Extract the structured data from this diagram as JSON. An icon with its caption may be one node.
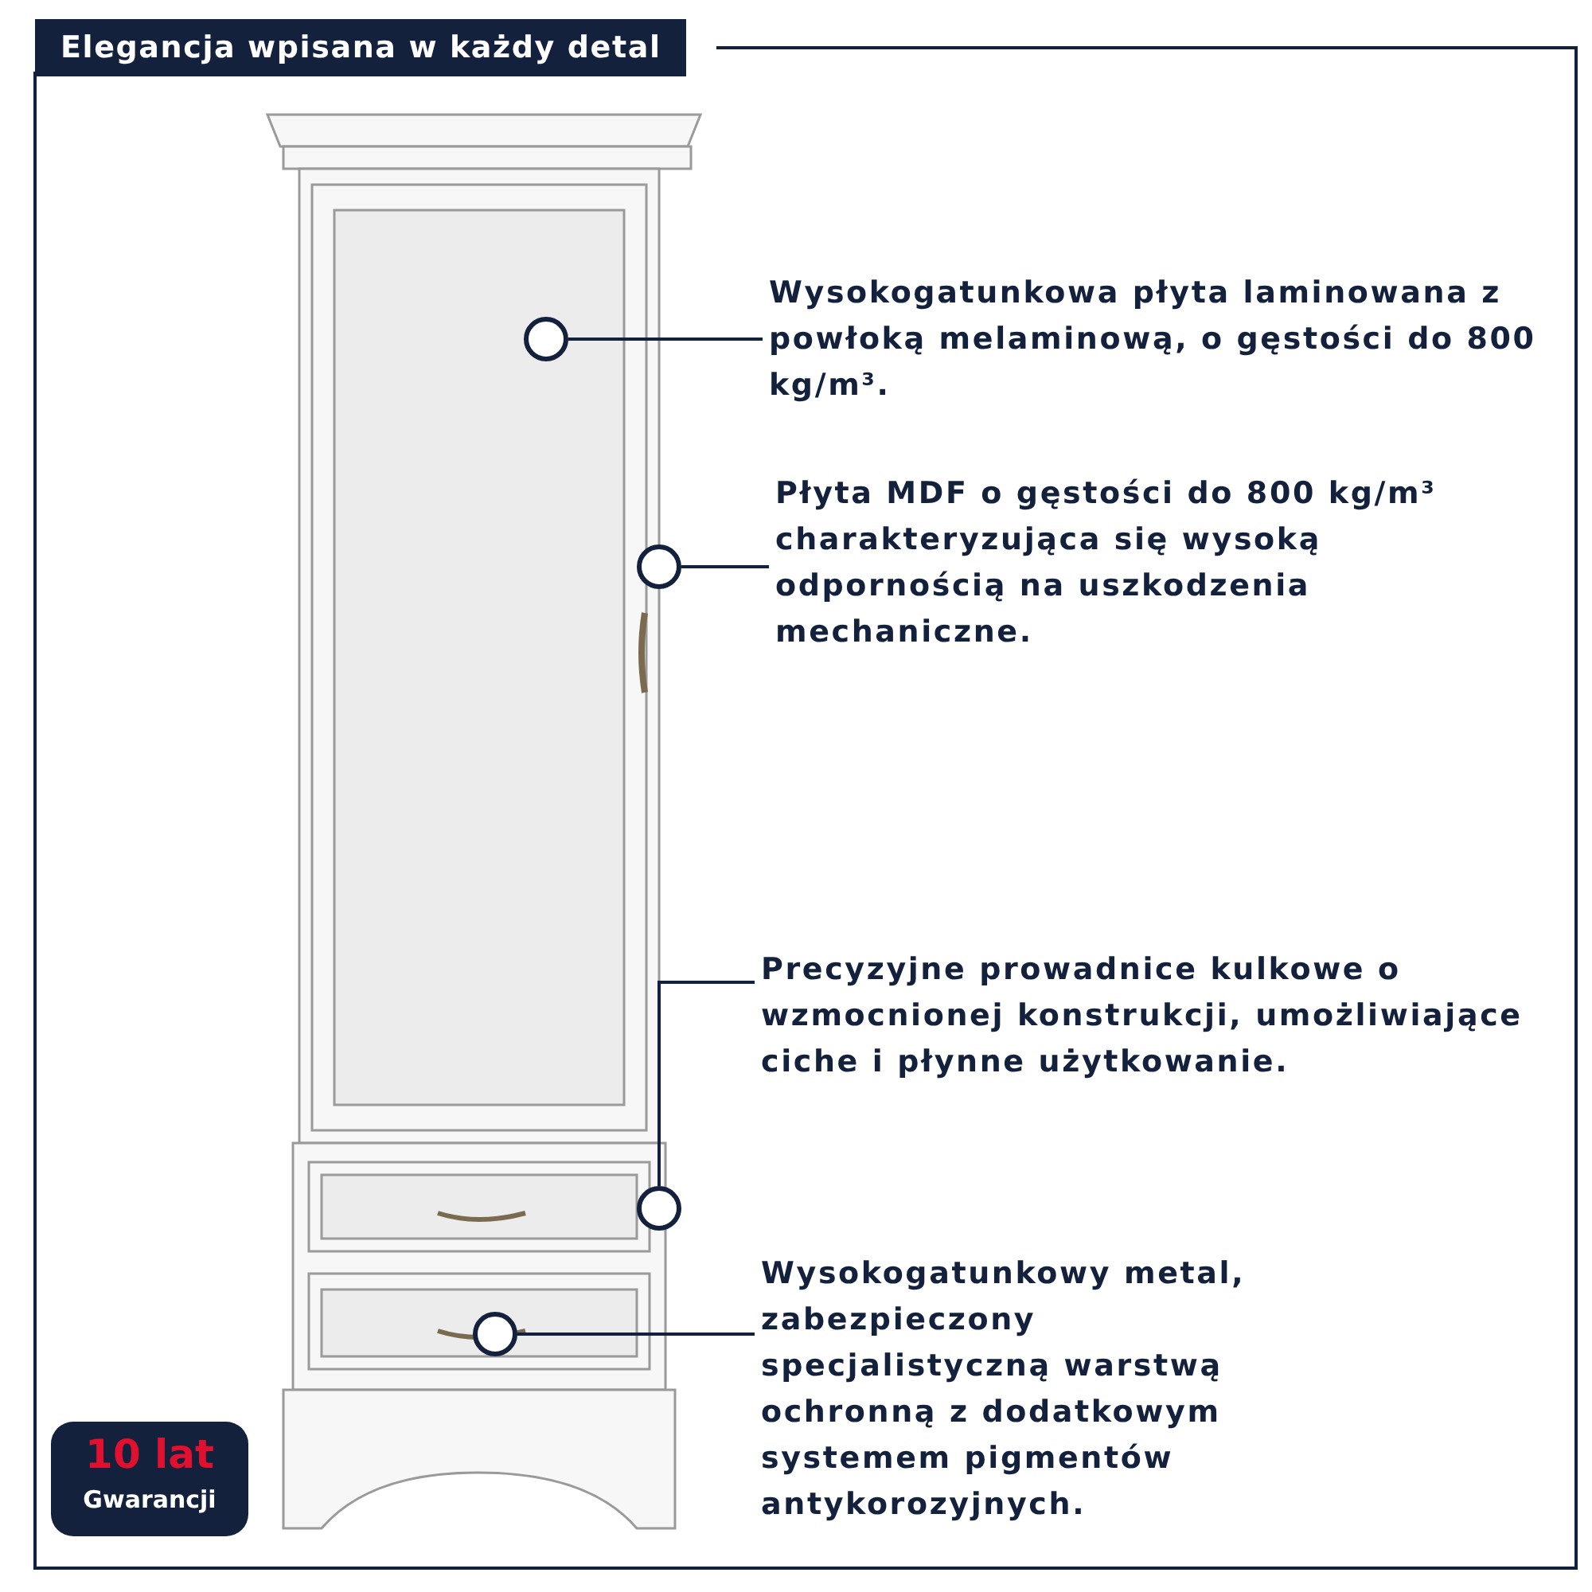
{
  "diagram": {
    "title": "Elegancja wpisana w każdy detal",
    "nodes": [
      {
        "text": [
          "Wysokogatunkowa płyta laminowana z powłoką melaminową, o gęstości do 800 kg/m³."
        ]
      },
      {
        "text": [
          "Płyta MDF o gęstości do 800 kg/m³ charakteryzująca się wysoką odpornością na uszkodzenia mechaniczne."
        ]
      },
      {
        "text": [
          "Precyzyjne prowadnice kulkowe o wzmocnionej konstrukcji, umożliwiające ciche i płynne użytkowanie."
        ]
      },
      {
        "text": [
          "Wysokogatunkowy metal, zabezpieczony specjalistyczną warstwą ochronną z dodatkowym systemem pigmentów antykorozyjnych."
        ]
      },
      {
        "text": [],
        "shape": "circle"
      },
      {
        "text": [],
        "shape": "circle"
      },
      {
        "text": [],
        "shape": "circle"
      },
      {
        "text": [],
        "shape": "circle"
      }
    ],
    "edges": [
      {
        "from": 0,
        "to": 4,
        "arrow": "none"
      },
      {
        "from": 1,
        "to": 5,
        "arrow": "none"
      },
      {
        "from": 2,
        "to": 6,
        "arrow": "none"
      },
      {
        "from": 3,
        "to": 7,
        "arrow": "none"
      }
    ],
    "labels": [
      "10 lat",
      "Gwarancji"
    ]
  }
}
